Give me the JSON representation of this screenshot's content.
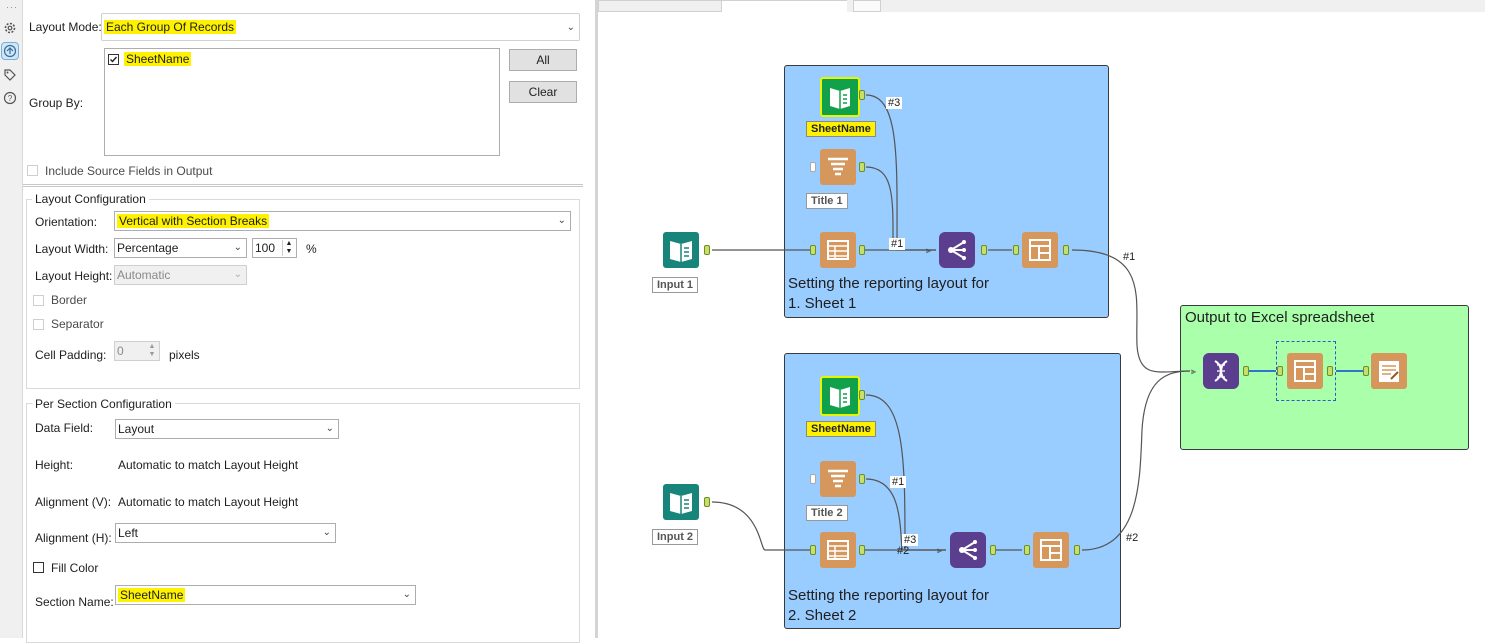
{
  "config_panel": {
    "layout_mode_label": "Layout Mode:",
    "layout_mode_value": "Each Group Of Records",
    "group_by_label": "Group By:",
    "group_by_items": [
      {
        "name": "SheetName",
        "checked": true
      }
    ],
    "all_button": "All",
    "clear_button": "Clear",
    "include_source_label": "Include Source Fields in Output",
    "layout_config": {
      "title": "Layout Configuration",
      "orientation_label": "Orientation:",
      "orientation_value": "Vertical with Section Breaks",
      "width_label": "Layout Width:",
      "width_value": "Percentage",
      "width_number": "100",
      "width_unit": "%",
      "height_label": "Layout Height:",
      "height_value": "Automatic",
      "border_label": "Border",
      "separator_label": "Separator",
      "padding_label": "Cell Padding:",
      "padding_value": "0",
      "padding_unit": "pixels"
    },
    "section_config": {
      "title": "Per Section Configuration",
      "data_field_label": "Data Field:",
      "data_field_value": "Layout",
      "height_label": "Height:",
      "height_value": "Automatic to match Layout Height",
      "align_v_label": "Alignment (V):",
      "align_v_value": "Automatic to match Layout Height",
      "align_h_label": "Alignment (H):",
      "align_h_value": "Left",
      "fill_color_label": "Fill Color",
      "section_name_label": "Section Name:",
      "section_name_value": "SheetName"
    }
  },
  "sidebar_icons": [
    "gear-icon",
    "configuration-icon",
    "tag-icon",
    "help-icon"
  ],
  "workflow": {
    "input1_label": "Input 1",
    "input2_label": "Input 2",
    "container1": {
      "title_line1": "Setting the reporting layout for",
      "title_line2": "1. Sheet 1",
      "field_label": "SheetName",
      "title_tool_label": "Title 1",
      "conn_3": "#3",
      "conn_1": "#1"
    },
    "container2": {
      "title_line1": "Setting the reporting layout for",
      "title_line2": "2. Sheet 2",
      "field_label": "SheetName",
      "title_tool_label": "Title 2",
      "conn_1": "#1",
      "conn_3": "#3",
      "conn_2": "#2"
    },
    "container3": {
      "title": "Output to Excel spreadsheet"
    },
    "out_conn_1": "#1",
    "out_conn_2": "#2",
    "colors": {
      "container_blue": "#99ccff",
      "container_green": "#aaffaa",
      "input_teal": "#17857a",
      "report_orange": "#d6975c",
      "join_purple": "#5b3f8e",
      "field_green": "#10a14a",
      "highlight": "#fff200"
    }
  }
}
